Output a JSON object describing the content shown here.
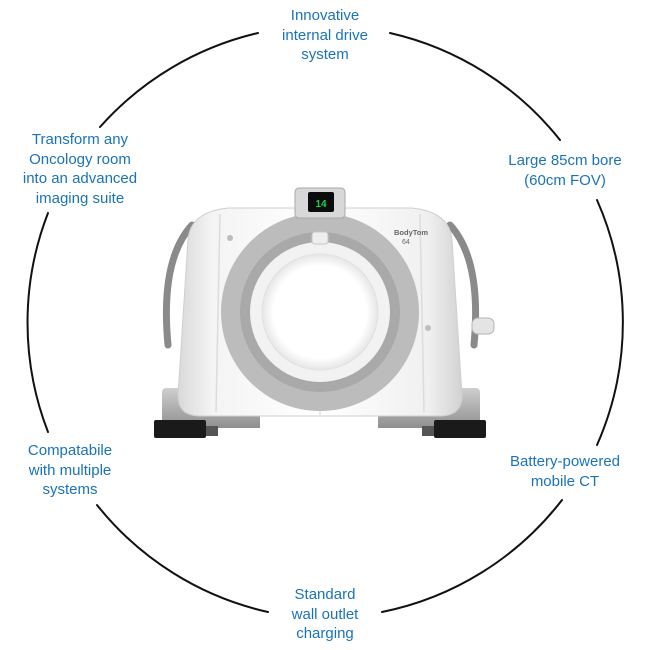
{
  "labels": {
    "top": [
      "Innovative",
      "internal drive",
      "system"
    ],
    "upper_right": [
      "Large 85cm bore",
      "(60cm FOV)"
    ],
    "lower_right": [
      "Battery-powered",
      "mobile CT"
    ],
    "bottom": [
      "Standard",
      "wall outlet",
      "charging"
    ],
    "lower_left": [
      "Compatabile",
      "with multiple",
      "systems"
    ],
    "upper_left": [
      "Transform any",
      "Oncology room",
      "into an advanced",
      "imaging suite"
    ]
  },
  "scanner": {
    "brand": "BodyTom",
    "model": "64",
    "display_value": "14"
  },
  "colors": {
    "label_text": "#1a73b8",
    "ring_stroke": "#111111",
    "display_text": "#19d44a"
  }
}
